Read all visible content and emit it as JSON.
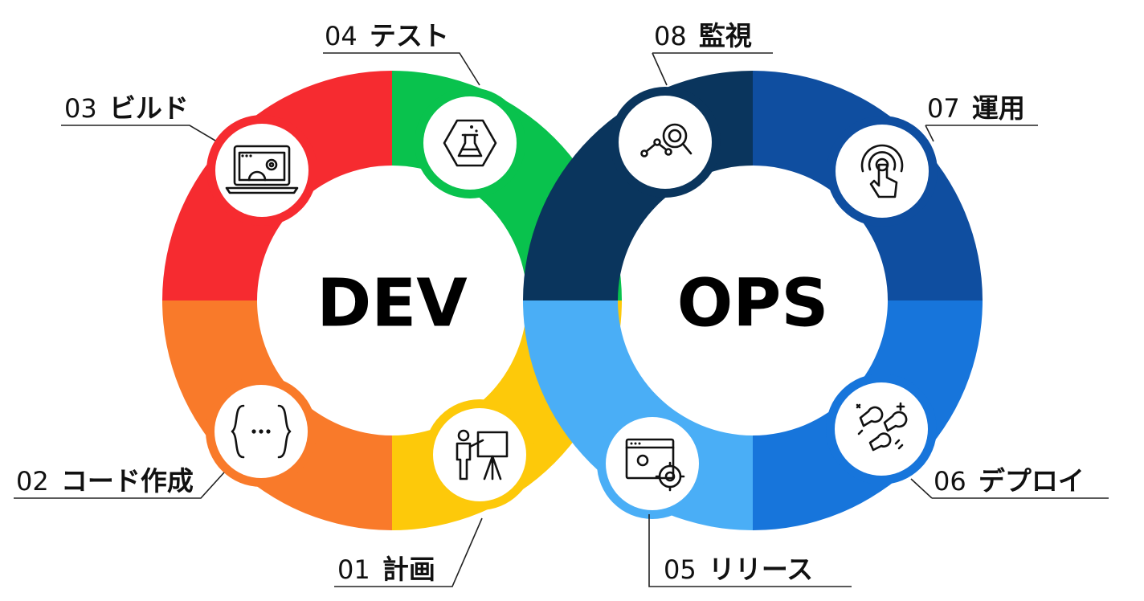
{
  "diagram": {
    "dev": {
      "title": "DEV",
      "stages": [
        {
          "number": "01",
          "label": "計画",
          "color": "#FDC90A",
          "icon": "presentation-icon"
        },
        {
          "number": "02",
          "label": "コード作成",
          "color": "#F97A2A",
          "icon": "code-braces-icon"
        },
        {
          "number": "03",
          "label": "ビルド",
          "color": "#F62B30",
          "icon": "laptop-gear-icon"
        },
        {
          "number": "04",
          "label": "テスト",
          "color": "#09C24D",
          "icon": "flask-icon"
        }
      ]
    },
    "ops": {
      "title": "OPS",
      "stages": [
        {
          "number": "05",
          "label": "リリース",
          "color": "#4AAEF6",
          "icon": "browser-gears-icon"
        },
        {
          "number": "06",
          "label": "デプロイ",
          "color": "#1775DB",
          "icon": "rockets-icon"
        },
        {
          "number": "07",
          "label": "運用",
          "color": "#0F4EA0",
          "icon": "touch-icon"
        },
        {
          "number": "08",
          "label": "監視",
          "color": "#0A355D",
          "icon": "analytics-magnifier-icon"
        }
      ]
    }
  }
}
